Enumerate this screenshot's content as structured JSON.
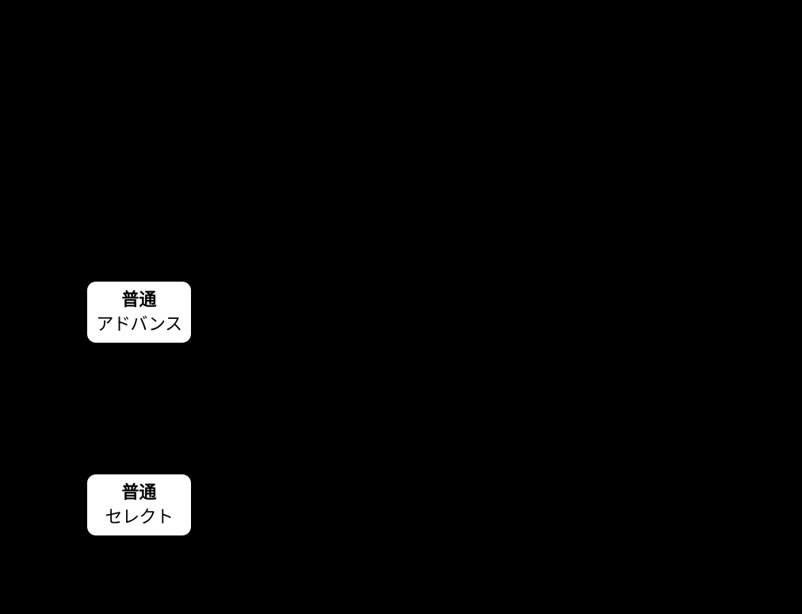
{
  "colors": {
    "background": "#000000",
    "button_fill": "#ffffff",
    "button_text": "#000000"
  },
  "options": [
    {
      "line1": "普通",
      "line2": "アドバンス"
    },
    {
      "line1": "普通",
      "line2": "セレクト"
    }
  ]
}
